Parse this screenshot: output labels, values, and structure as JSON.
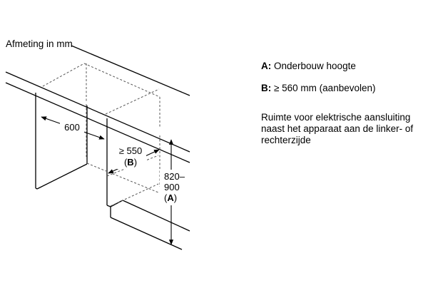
{
  "diagram": {
    "unit_caption": "Afmeting in mm",
    "dim_depth": "600",
    "dim_width_value": "≥ 550",
    "dim_width_paren_open": "(",
    "dim_width_key": "B",
    "dim_width_paren_close": ")",
    "dim_height_line1": "820–",
    "dim_height_line2": "900",
    "dim_height_paren_open": "(",
    "dim_height_key": "A",
    "dim_height_paren_close": ")"
  },
  "legend": {
    "a_key": "A:",
    "a_text": " Onderbouw hoogte",
    "b_key": "B:",
    "b_text": " ≥ 560 mm (aanbevolen)",
    "note_lines": [
      "Ruimte voor elektrische aansluiting",
      "naast het apparaat aan de linker- of",
      "rechterzijde"
    ]
  }
}
